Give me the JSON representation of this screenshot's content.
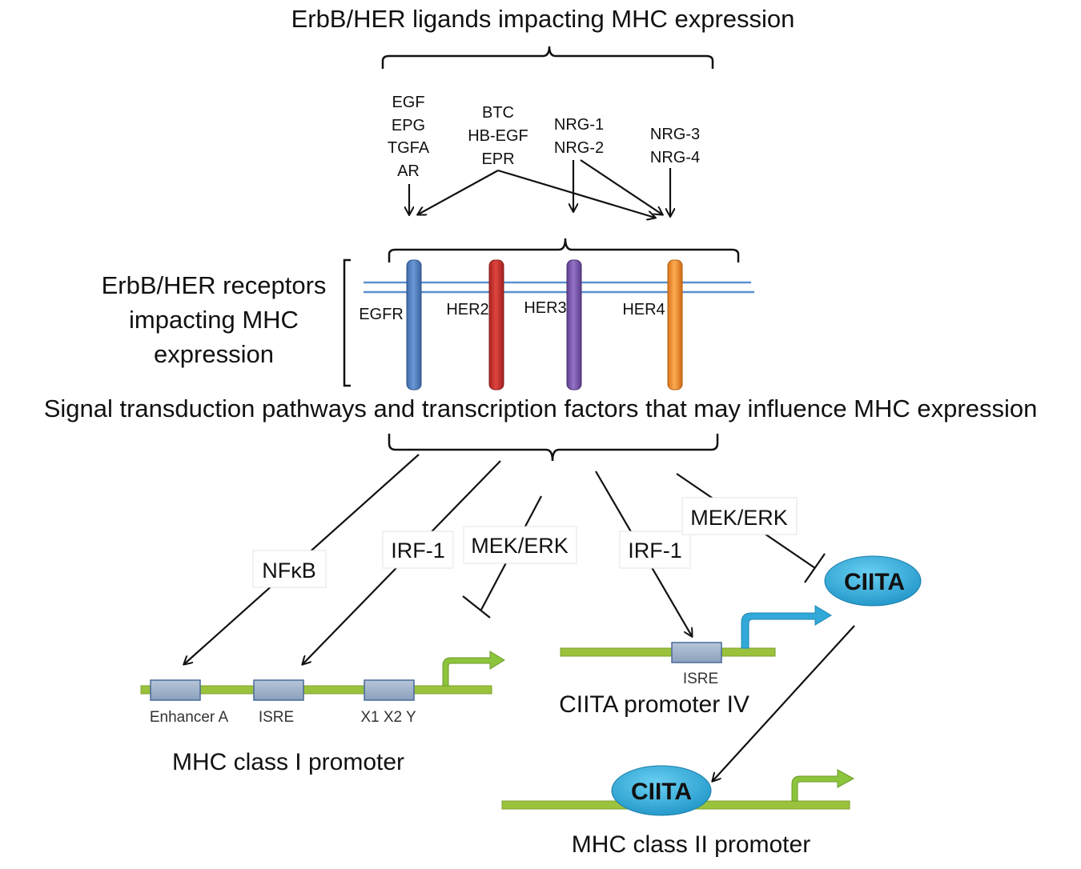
{
  "titles": {
    "ligands_heading": "ErbB/HER ligands impacting MHC expression",
    "receptors_heading": [
      "ErbB/HER receptors",
      "impacting MHC",
      "expression"
    ],
    "signal_heading": "Signal transduction pathways and transcription factors that may influence MHC expression"
  },
  "ligands": {
    "group_egf": [
      "EGF",
      "EPG",
      "TGFA",
      "AR"
    ],
    "group_btc": [
      "BTC",
      "HB-EGF",
      "EPR"
    ],
    "group_nrg12": [
      "NRG-1",
      "NRG-2"
    ],
    "group_nrg34": [
      "NRG-3",
      "NRG-4"
    ]
  },
  "receptors": [
    {
      "label": "EGFR",
      "color": "#4f7fc0"
    },
    {
      "label": "HER2",
      "color": "#c9302c"
    },
    {
      "label": "HER3",
      "color": "#7b59b0"
    },
    {
      "label": "HER4",
      "color": "#f08a24"
    }
  ],
  "pathways": {
    "nfkb": "NFκB",
    "irf1_left": "IRF-1",
    "mekerk_left": "MEK/ERK",
    "irf1_right": "IRF-1",
    "mekerk_right": "MEK/ERK"
  },
  "mhc1": {
    "title": "MHC class I promoter",
    "elements": [
      "Enhancer A",
      "ISRE",
      "X1 X2 Y"
    ]
  },
  "ciita_promoter": {
    "title": "CIITA promoter IV",
    "element": "ISRE"
  },
  "ciita_oval": "CIITA",
  "mhc2": {
    "title": "MHC class II promoter",
    "oval": "CIITA"
  },
  "colors": {
    "dna": "#9ac23c",
    "box_fill": "#8fa7c4",
    "box_stroke": "#4a6a9a",
    "oval": "#2fa9d6",
    "membrane": "#5b8fd0",
    "green_arrow": "#8cc43c",
    "blue_arrow": "#32a9d8"
  }
}
